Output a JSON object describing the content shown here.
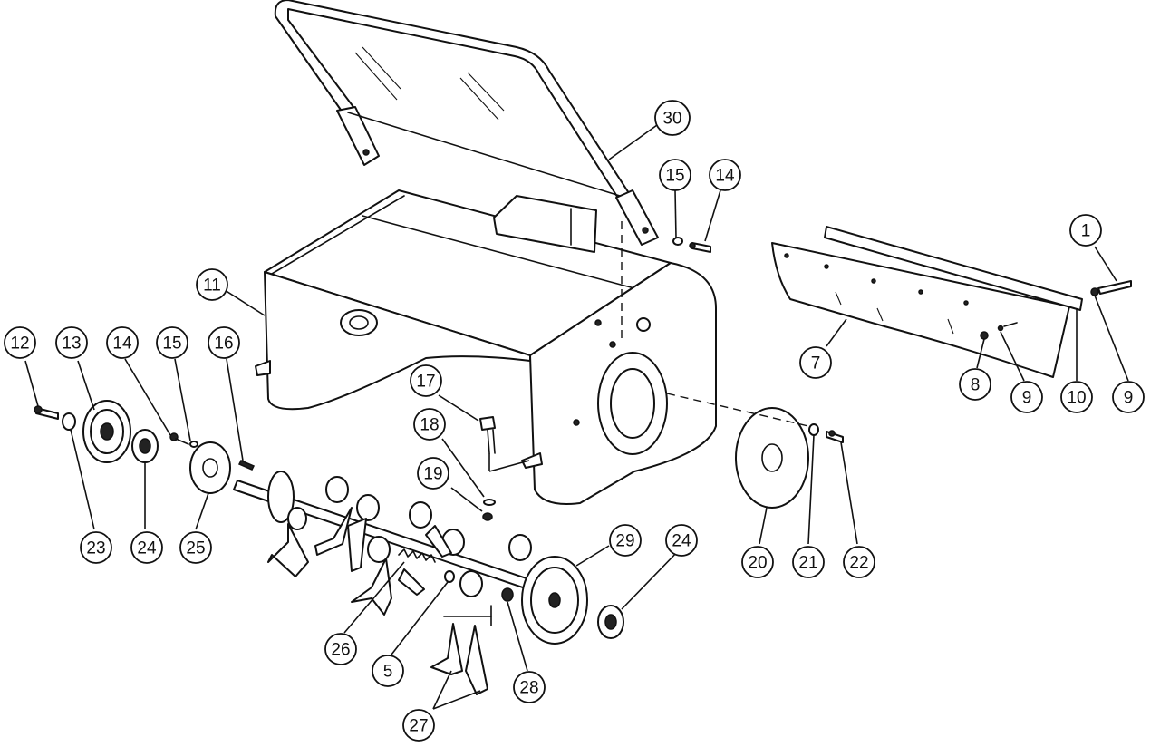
{
  "callouts": [
    {
      "id": "c30",
      "label": "30"
    },
    {
      "id": "c15a",
      "label": "15"
    },
    {
      "id": "c14a",
      "label": "14"
    },
    {
      "id": "c1",
      "label": "1"
    },
    {
      "id": "c11",
      "label": "11"
    },
    {
      "id": "c12",
      "label": "12"
    },
    {
      "id": "c13",
      "label": "13"
    },
    {
      "id": "c14b",
      "label": "14"
    },
    {
      "id": "c15b",
      "label": "15"
    },
    {
      "id": "c16",
      "label": "16"
    },
    {
      "id": "c7",
      "label": "7"
    },
    {
      "id": "c17",
      "label": "17"
    },
    {
      "id": "c18",
      "label": "18"
    },
    {
      "id": "c19",
      "label": "19"
    },
    {
      "id": "c8",
      "label": "8"
    },
    {
      "id": "c9a",
      "label": "9"
    },
    {
      "id": "c10",
      "label": "10"
    },
    {
      "id": "c9b",
      "label": "9"
    },
    {
      "id": "c23",
      "label": "23"
    },
    {
      "id": "c24a",
      "label": "24"
    },
    {
      "id": "c25",
      "label": "25"
    },
    {
      "id": "c29",
      "label": "29"
    },
    {
      "id": "c24b",
      "label": "24"
    },
    {
      "id": "c20",
      "label": "20"
    },
    {
      "id": "c21",
      "label": "21"
    },
    {
      "id": "c22",
      "label": "22"
    },
    {
      "id": "c26",
      "label": "26"
    },
    {
      "id": "c5",
      "label": "5"
    },
    {
      "id": "c28",
      "label": "28"
    },
    {
      "id": "c27",
      "label": "27"
    }
  ]
}
